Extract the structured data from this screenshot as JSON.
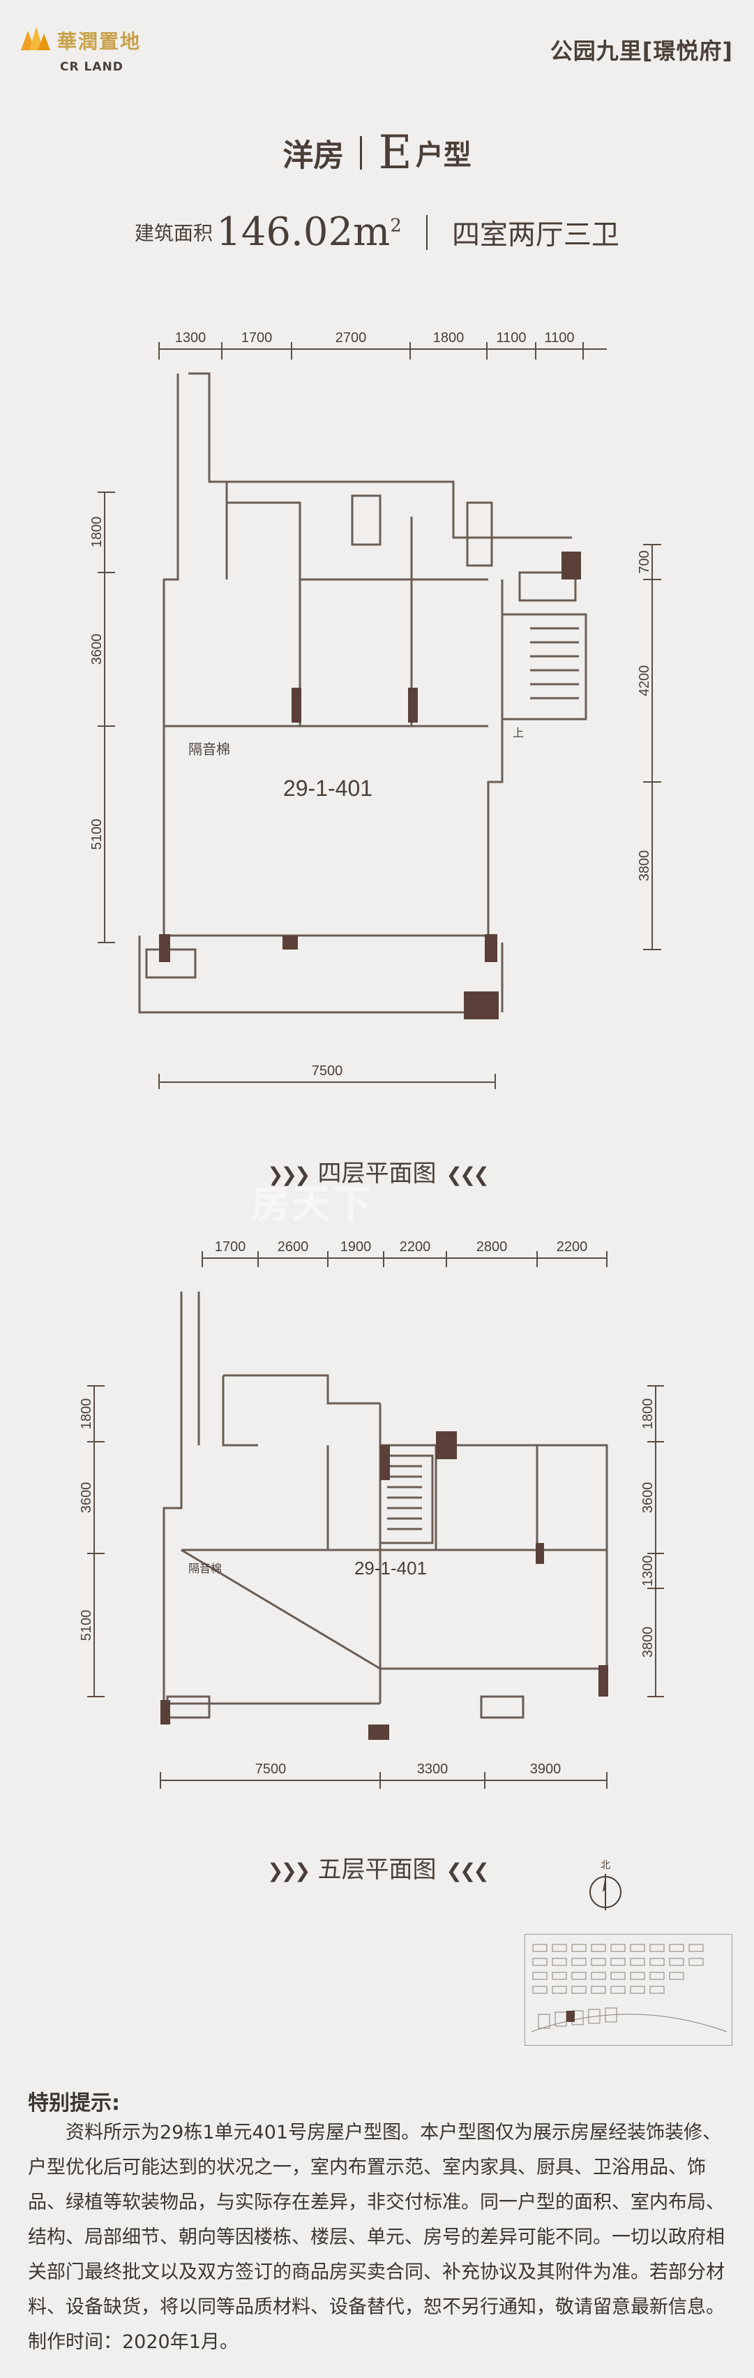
{
  "header": {
    "developer_cn": "華潤置地",
    "developer_en": "CR LAND",
    "project_name": "公园九里",
    "project_sub": "璟悦府",
    "brand_color": "#f0a020"
  },
  "unit": {
    "series": "洋房",
    "type_letter": "E",
    "type_suffix": "户型",
    "area_label": "建筑面积",
    "area_value": "146.02m",
    "area_sup": "2",
    "rooms": "四室两厅三卫"
  },
  "floor4": {
    "unit_no": "29-1-401",
    "staircase_label": "上",
    "piano_label": "隔音棉",
    "caption": "四层平面图",
    "top_dims": [
      "1300",
      "1700",
      "2700",
      "1800",
      "1100",
      "1100"
    ],
    "left_dims": [
      "1800",
      "3600",
      "5100"
    ],
    "right_dims": [
      "700",
      "4200",
      "3800"
    ],
    "bottom_dims": [
      "7500"
    ]
  },
  "watermark": "房天下",
  "floor5": {
    "unit_no": "29-1-401",
    "piano_label": "隔音棉",
    "caption": "五层平面图",
    "top_dims": [
      "1700",
      "2600",
      "1900",
      "2200",
      "2800",
      "2200"
    ],
    "left_dims": [
      "1800",
      "3600",
      "5100"
    ],
    "right_dims": [
      "1800",
      "3600",
      "1300",
      "3800"
    ],
    "bottom_dims": [
      "7500",
      "3300",
      "3900"
    ]
  },
  "compass_label": "北",
  "notice": {
    "title": "特别提示:",
    "body": "资料所示为29栋1单元401号房屋户型图。本户型图仅为展示房屋经装饰装修、户型优化后可能达到的状况之一，室内布置示范、室内家具、厨具、卫浴用品、饰品、绿植等软装物品，与实际存在差异，非交付标准。同一户型的面积、室内布局、结构、局部细节、朝向等因楼栋、楼层、单元、房号的差异可能不同。一切以政府相关部门最终批文以及双方签订的商品房买卖合同、补充协议及其附件为准。若部分材料、设备缺货，将以同等品质材料、设备替代，恕不另行通知，敬请留意最新信息。制作时间：2020年1月。"
  }
}
